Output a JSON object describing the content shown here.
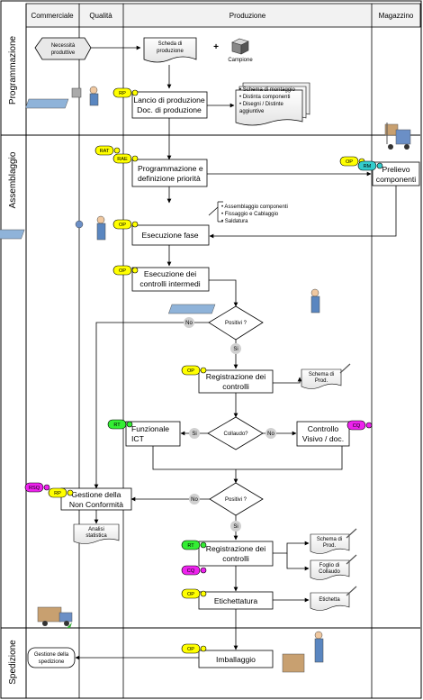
{
  "lanes_columns": [
    "Commerciale",
    "Qualità",
    "Produzione",
    "Magazzino"
  ],
  "lanes_rows": [
    "Programmazione",
    "Assemblaggio",
    "Spedizione"
  ],
  "nodes": {
    "necessita": [
      "Necessità",
      "produttive"
    ],
    "scheda_prod": [
      "Scheda di",
      "produzione"
    ],
    "plus": "+",
    "campione": "Campione",
    "lancio": [
      "Lancio di produzione",
      "Doc. di produzione"
    ],
    "docs_list": [
      "• Schema di montaggio",
      "• Distinta componenti",
      "• Disegni / Distinte",
      "   aggiuntive"
    ],
    "programmazione": [
      "Programmazione e",
      "definizione priorità"
    ],
    "prelievo": [
      "Prelievo",
      "componenti"
    ],
    "fase_list": [
      "• Assemblaggio componenti",
      "• Fissaggio e Cablaggio",
      "• Saldatura"
    ],
    "esecuzione_fase": "Esecuzione fase",
    "controlli_intermedi": [
      "Esecuzione dei",
      "controlli intermedi"
    ],
    "positivi1": "Positivi ?",
    "no1": "No",
    "si1": "Si",
    "registrazione1": [
      "Registrazione dei",
      "controlli"
    ],
    "scheda_prod2": [
      "Schema di",
      "Prod."
    ],
    "collaudo": "Collaudo?",
    "si2": "Si",
    "no2": "No",
    "funzionale": [
      "Funzionale",
      "ICT"
    ],
    "controllo_visivo": [
      "Controllo",
      "Visivo / doc."
    ],
    "gestione_nc": [
      "Gestione della",
      "Non Conformità"
    ],
    "analisi": [
      "Analisi",
      "statistica"
    ],
    "positivi2": "Positivi ?",
    "no3": "No",
    "si3": "Si",
    "registrazione2": [
      "Registrazione dei",
      "controlli"
    ],
    "schema_prod3": [
      "Schema di",
      "Prod."
    ],
    "foglio_collaudo": [
      "Foglio di",
      "Collaudo"
    ],
    "etichettatura": "Etichettatura",
    "etichetta": "Etichetta",
    "imballaggio": "Imballaggio",
    "gestione_spedizione": [
      "Gestione della",
      "spedizione"
    ]
  },
  "tags": {
    "rp": "RP",
    "rat": "RAT",
    "rae": "RAE",
    "op_mag": "OP",
    "rm": "RM",
    "op1": "OP",
    "op2": "OP",
    "op3": "OP",
    "rt1": "RT",
    "cq1": "CQ",
    "rsq": "RSQ",
    "rp2": "RP",
    "rt2": "RT",
    "cq2": "CQ",
    "op4": "OP",
    "op5": "OP"
  },
  "colors": {
    "yellow_tag": "#ffff00",
    "green_tag": "#33ee33",
    "magenta_tag": "#ee22ee",
    "blue_tag": "#33cccc",
    "header_bg": "#f2f2f2",
    "gray_circle": "#d0d0d0"
  }
}
